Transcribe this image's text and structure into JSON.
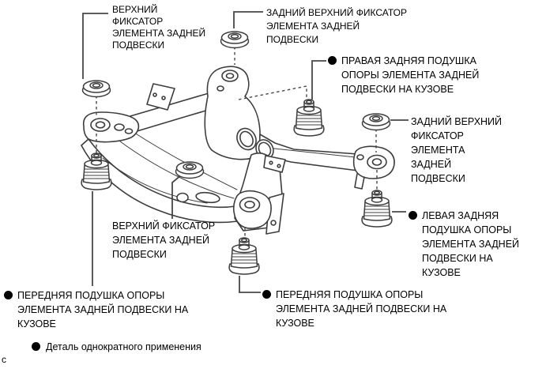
{
  "page": {
    "background": "#ffffff",
    "art_line_color": "#3d3d3d",
    "text_color": "#000000",
    "corner_mark": "с"
  },
  "labels": {
    "upper_retainer_left": {
      "lines": [
        "ВЕРХНИЙ",
        "ФИКСАТОР",
        "ЭЛЕМЕНТА ЗАДНЕЙ",
        "ПОДВЕСКИ"
      ],
      "bullet": false
    },
    "rear_upper_retainer_top": {
      "lines": [
        "ЗАДНИЙ ВЕРХНИЙ ФИКСАТОР",
        "ЭЛЕМЕНТА ЗАДНЕЙ",
        "ПОДВЕСКИ"
      ],
      "bullet": false
    },
    "right_rear_cushion": {
      "lines": [
        "ПРАВАЯ ЗАДНЯЯ ПОДУШКА",
        "ОПОРЫ ЭЛЕМЕНТА ЗАДНЕЙ",
        "ПОДВЕСКИ НА КУЗОВЕ"
      ],
      "bullet": true
    },
    "rear_upper_retainer_right": {
      "lines": [
        "ЗАДНИЙ ВЕРХНИЙ",
        "ФИКСАТОР",
        "ЭЛЕМЕНТА",
        "ЗАДНЕЙ",
        "ПОДВЕСКИ"
      ],
      "bullet": false
    },
    "left_rear_cushion": {
      "lines": [
        "ЛЕВАЯ ЗАДНЯЯ",
        "ПОДУШКА ОПОРЫ",
        "ЭЛЕМЕНТА ЗАДНЕЙ",
        "ПОДВЕСКИ НА",
        "КУЗОВЕ"
      ],
      "bullet": true
    },
    "upper_retainer_center": {
      "lines": [
        "ВЕРХНИЙ ФИКСАТОР",
        "ЭЛЕМЕНТА ЗАДНЕЙ",
        "ПОДВЕСКИ"
      ],
      "bullet": false
    },
    "front_cushion_left": {
      "lines": [
        "ПЕРЕДНЯЯ ПОДУШКА ОПОРЫ",
        "ЭЛЕМЕНТА ЗАДНЕЙ ПОДВЕСКИ НА",
        "КУЗОВЕ"
      ],
      "bullet": true
    },
    "front_cushion_center": {
      "lines": [
        "ПЕРЕДНЯЯ ПОДУШКА ОПОРЫ",
        "ЭЛЕМЕНТА ЗАДНЕЙ ПОДВЕСКИ НА",
        "КУЗОВЕ"
      ],
      "bullet": true
    }
  },
  "legend": {
    "text": "Деталь однократного применения"
  }
}
